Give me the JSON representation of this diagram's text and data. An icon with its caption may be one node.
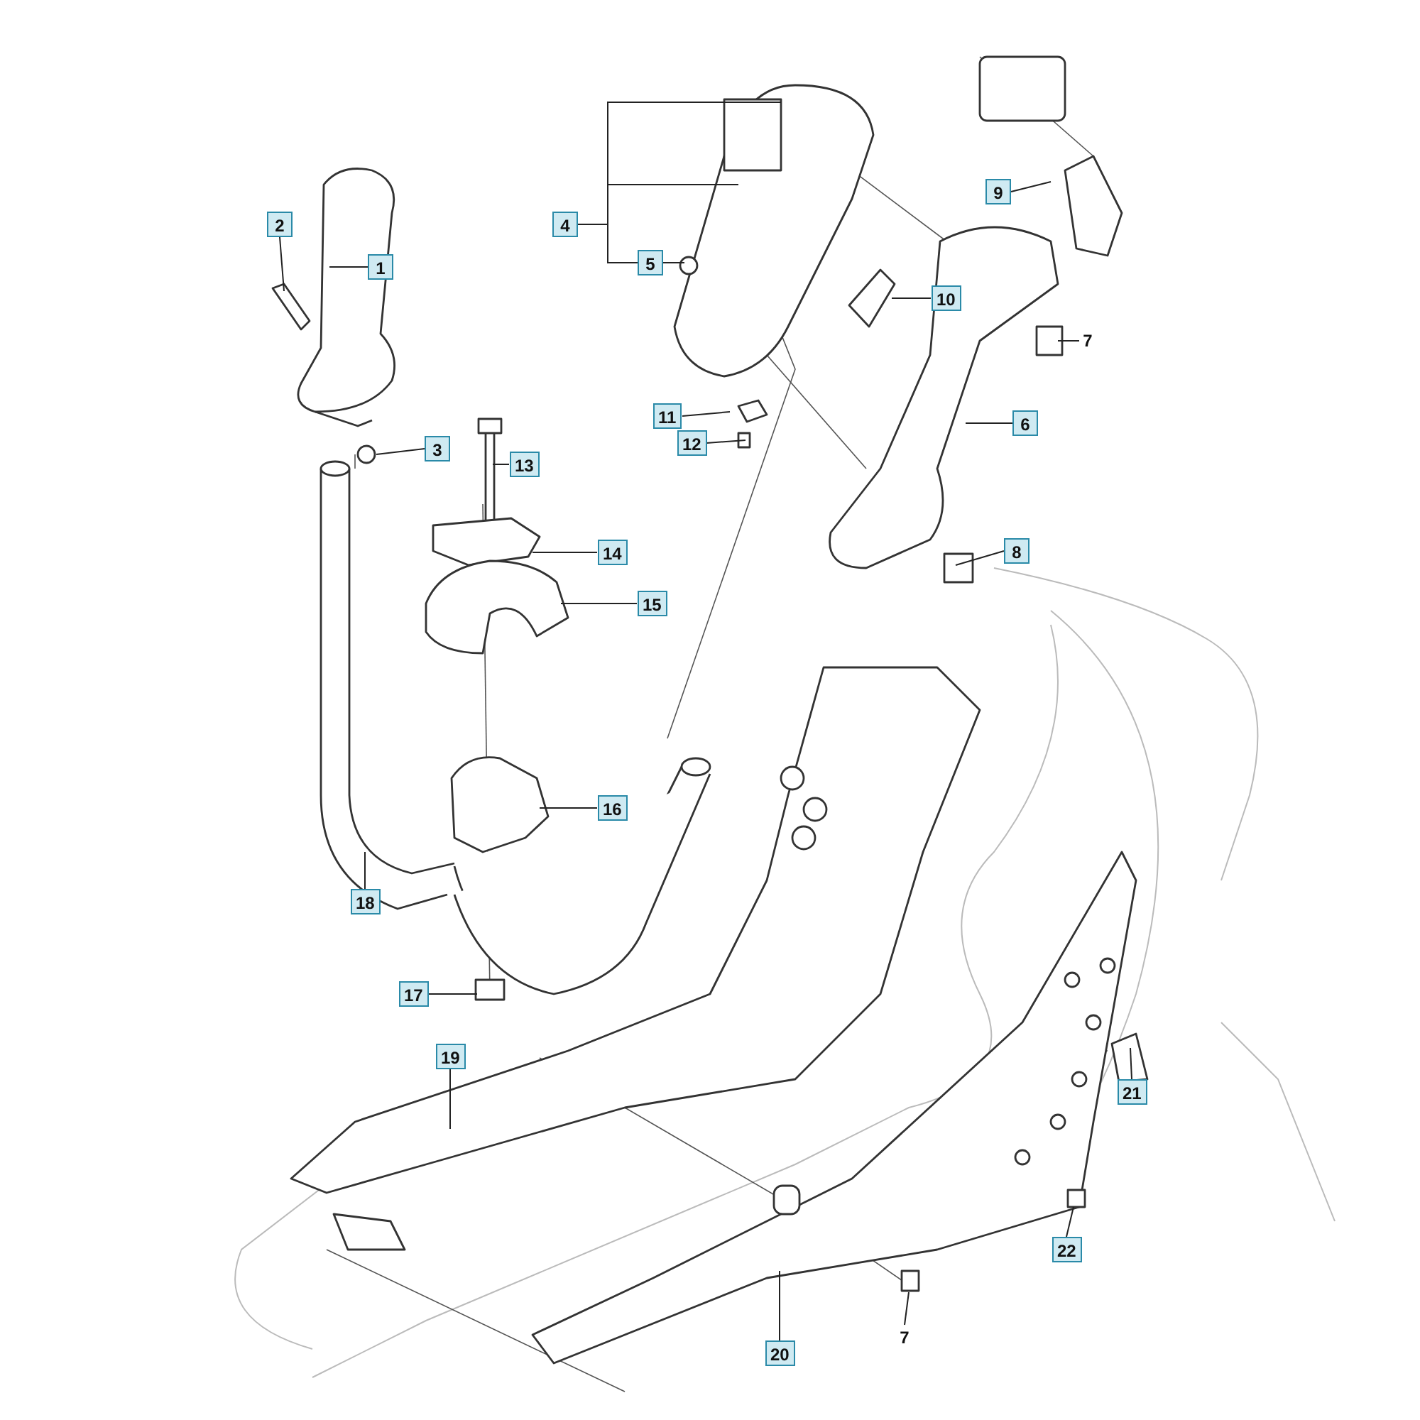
{
  "diagram": {
    "nodes": [
      {
        "text": [
          "1"
        ]
      },
      {
        "text": [
          "2"
        ]
      },
      {
        "text": [
          "3"
        ]
      },
      {
        "text": [
          "4"
        ]
      },
      {
        "text": [
          "5"
        ]
      },
      {
        "text": [
          "6"
        ]
      },
      {
        "text": [
          "7"
        ]
      },
      {
        "text": [
          "8"
        ]
      },
      {
        "text": [
          "9"
        ]
      },
      {
        "text": [
          "10"
        ]
      },
      {
        "text": [
          "11"
        ]
      },
      {
        "text": [
          "12"
        ]
      },
      {
        "text": [
          "13"
        ]
      },
      {
        "text": [
          "14"
        ]
      },
      {
        "text": [
          "15"
        ]
      },
      {
        "text": [
          "16"
        ]
      },
      {
        "text": [
          "17"
        ]
      },
      {
        "text": [
          "18"
        ]
      },
      {
        "text": [
          "19"
        ]
      },
      {
        "text": [
          "21"
        ]
      },
      {
        "text": [
          "22"
        ]
      },
      {
        "text": [
          "20"
        ]
      },
      {
        "text": [
          "7"
        ]
      }
    ],
    "edges": [
      {
        "from": 0,
        "to": null,
        "arrow": "none"
      },
      {
        "from": 1,
        "to": null,
        "arrow": "none"
      },
      {
        "from": 2,
        "to": null,
        "arrow": "none"
      },
      {
        "from": 3,
        "to": null,
        "arrow": "none"
      },
      {
        "from": 3,
        "to": null,
        "arrow": "none"
      },
      {
        "from": 3,
        "to": 4,
        "arrow": "none"
      },
      {
        "from": 4,
        "to": null,
        "arrow": "none"
      },
      {
        "from": 5,
        "to": null,
        "arrow": "none"
      },
      {
        "from": 6,
        "to": null,
        "arrow": "none"
      },
      {
        "from": 7,
        "to": null,
        "arrow": "none"
      },
      {
        "from": 8,
        "to": null,
        "arrow": "none"
      },
      {
        "from": 9,
        "to": null,
        "arrow": "none"
      },
      {
        "from": 10,
        "to": null,
        "arrow": "none"
      },
      {
        "from": 11,
        "to": null,
        "arrow": "none"
      },
      {
        "from": 12,
        "to": null,
        "arrow": "none"
      },
      {
        "from": 13,
        "to": null,
        "arrow": "none"
      },
      {
        "from": 14,
        "to": null,
        "arrow": "none"
      },
      {
        "from": 15,
        "to": null,
        "arrow": "none"
      },
      {
        "from": 16,
        "to": null,
        "arrow": "none"
      },
      {
        "from": 17,
        "to": null,
        "arrow": "none"
      },
      {
        "from": 18,
        "to": null,
        "arrow": "none"
      },
      {
        "from": 19,
        "to": null,
        "arrow": "none"
      },
      {
        "from": 20,
        "to": null,
        "arrow": "none"
      },
      {
        "from": 21,
        "to": null,
        "arrow": "none"
      },
      {
        "from": 22,
        "to": null,
        "arrow": "none"
      }
    ]
  }
}
